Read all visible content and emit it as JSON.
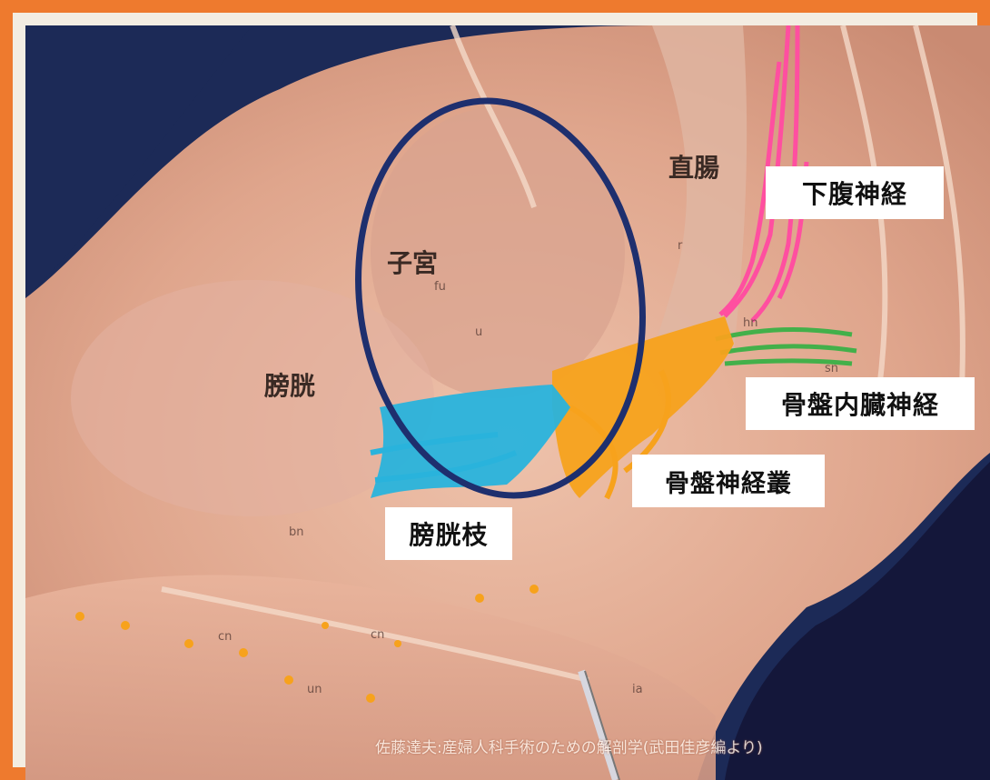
{
  "image": {
    "border_color": "#ee7a2e",
    "background_dark": "#1c2a57",
    "tissue_color": "#e7b39b",
    "ellipse_color": "#1e2f6e"
  },
  "labels": {
    "rectum": "直腸",
    "uterus": "子宮",
    "bladder": "膀胱",
    "hypogastric_nerve": "下腹神経",
    "pelvic_splanchnic_nerve": "骨盤内臓神経",
    "pelvic_plexus": "骨盤神経叢",
    "bladder_branch": "膀胱枝"
  },
  "small_marks": {
    "fu": "fu",
    "u": "u",
    "r": "r",
    "bn": "bn",
    "cn1": "cn",
    "cn2": "cn",
    "un": "un",
    "ia": "ia",
    "sn": "sn",
    "hn": "hn"
  },
  "nerve_colors": {
    "hypogastric": "#ff4fa0",
    "splanchnic": "#43b04a",
    "plexus": "#f7a21c",
    "bladder_branch": "#29b3dc"
  },
  "credit": "佐藤達夫:産婦人科手術のための解剖学(武田佳彦編より)"
}
